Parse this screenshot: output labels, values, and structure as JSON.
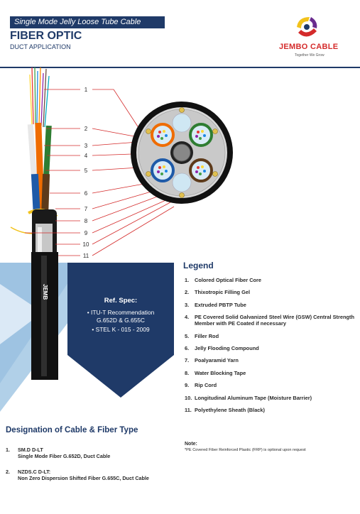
{
  "header": {
    "tag": "Single Mode Jelly Loose Tube Cable",
    "title": "FIBER OPTIC",
    "subtitle": "DUCT APPLICATION"
  },
  "logo": {
    "name": "JEMBO CABLE",
    "tagline": "Together We Grow",
    "colors": {
      "red": "#d42b2b",
      "yellow": "#f2c21b",
      "purple": "#6a2c8e"
    }
  },
  "callouts": [
    "1",
    "2",
    "3",
    "4",
    "5",
    "6",
    "7",
    "8",
    "9",
    "10",
    "11"
  ],
  "cable_print": "JEMB",
  "ref_spec": {
    "title": "Ref. Spec:",
    "items": [
      "• ITU-T Recommendation",
      "G.652D & G.655C",
      "• STEL K - 015 - 2009"
    ]
  },
  "legend": {
    "title": "Legend",
    "items": [
      {
        "num": "1.",
        "text": "Colored Optical Fiber Core"
      },
      {
        "num": "2.",
        "text": "Thixotropic Filling Gel"
      },
      {
        "num": "3.",
        "text": "Extruded PBTP Tube"
      },
      {
        "num": "4.",
        "text": "PE Covered Solid Galvanized Steel Wire (GSW) Central Strength Member with PE Coated if necessary"
      },
      {
        "num": "5.",
        "text": "Filler Rod"
      },
      {
        "num": "6.",
        "text": "Jelly Flooding Compound"
      },
      {
        "num": "7.",
        "text": "Poalyaramid Yarn"
      },
      {
        "num": "8.",
        "text": "Water Blocking Tape"
      },
      {
        "num": "9.",
        "text": "Rip Cord"
      },
      {
        "num": "10.",
        "text": "Longitudinal Aluminum Tape (Moisture Barrier)"
      },
      {
        "num": "11.",
        "text": "Polyethylene Sheath (Black)"
      }
    ]
  },
  "note": {
    "heading": "Note:",
    "text": "*PE Covered Fiber Reinforced Plastic (FRP) is optional upon request"
  },
  "designation": {
    "title": "Designation of Cable & Fiber Type",
    "items": [
      {
        "num": "1.",
        "code": "SM.D D-LT",
        "desc": "Single Mode Fiber G.652D, Duct Cable"
      },
      {
        "num": "2.",
        "code": "NZDS.C D-LT:",
        "desc": "Non Zero Dispersion Shifted Fiber G.655C, Duct Cable"
      }
    ]
  },
  "colors": {
    "navy": "#1f3a68",
    "light_blue": "#a9cbe6",
    "mid_blue": "#3f7fc1"
  }
}
